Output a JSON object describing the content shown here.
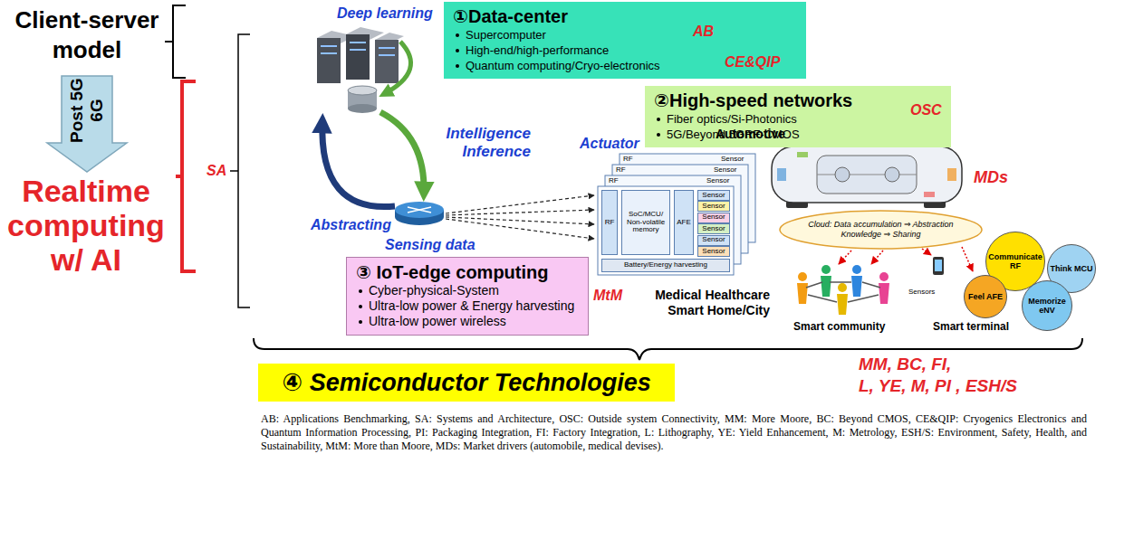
{
  "diagram": {
    "caption": "AB: Applications Benchmarking, SA: Systems and Architecture, OSC: Outside system Connectivity, MM: More Moore, BC: Beyond CMOS, CE&QIP: Cryogenics Electronics and Quantum Information Processing, PI: Packaging Integration, FI: Factory Integration, L: Lithography, YE: Yield Enhancement, M: Metrology, ESH/S: Environment, Safety, Health, and Sustainability, MtM: More than Moore, MDs: Market drivers (automobile, medical devises).",
    "nodes": [
      {
        "text": [
          "①Data-center",
          "Supercomputer",
          "High-end/high-performance",
          "Quantum computing/Cryo-electronics"
        ]
      },
      {
        "text": [
          "②High-speed networks",
          "Fiber optics/Si-Photonics",
          "5G/Beyond 5GRF-CMOS"
        ]
      },
      {
        "text": [
          "RF"
        ]
      },
      {
        "text": [
          "SoC/MCU/ Non-volatile memory"
        ]
      },
      {
        "text": [
          "AFE"
        ]
      },
      {
        "text": [
          "Sensor"
        ]
      },
      {
        "text": [
          "Sensor"
        ]
      },
      {
        "text": [
          "Sensor"
        ]
      },
      {
        "text": [
          "Sensor"
        ]
      },
      {
        "text": [
          "Sensor"
        ]
      },
      {
        "text": [
          "Sensor"
        ]
      },
      {
        "text": [
          "Battery/Energy harvesting"
        ]
      },
      {
        "text": [
          "③ IoT-edge computing",
          "Cyber-physical-System",
          "Ultra-low power & Energy harvesting",
          "Ultra-low power wireless"
        ]
      },
      {
        "text": [
          "Cloud: Data accumulation ⇒ Abstraction Knowledge ⇒ Sharing"
        ]
      },
      {
        "text": [
          "Communicate RF"
        ]
      },
      {
        "text": [
          "Think MCU"
        ]
      },
      {
        "text": [
          "Memorize eNV"
        ]
      },
      {
        "text": [
          "Feel AFE"
        ]
      },
      {
        "text": [
          "④ Semiconductor Technologies"
        ]
      }
    ],
    "labels": [
      "Client-server model",
      "Post 5G 6G",
      "Realtime computing w/ AI",
      "SA",
      "Deep learning",
      "Intelligence Inference",
      "Abstracting",
      "Sensing data",
      "AB",
      "CE&QIP",
      "OSC",
      "Actuator",
      "Automotive",
      "MDs",
      "MtM",
      "Medical Healthcare Smart Home/City",
      "Smart community",
      "Smart terminal",
      "Sensors",
      "RF",
      "RF",
      "RF",
      "Sensor",
      "Sensor",
      "Sensor",
      "MM, BC, FI,",
      "L, YE, M, PI , ESH/S"
    ]
  }
}
